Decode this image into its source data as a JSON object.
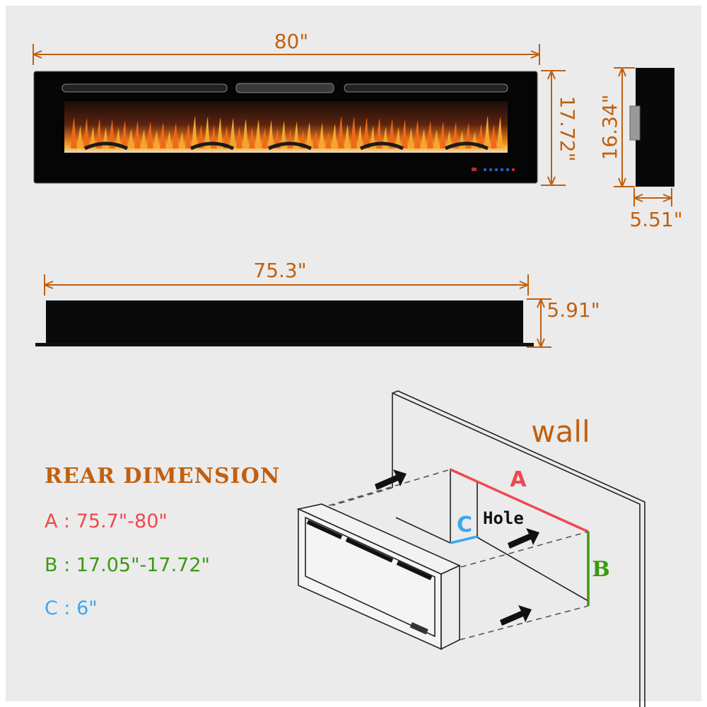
{
  "dimensions": {
    "front_width": "80\"",
    "front_height": "17.72\"",
    "side_height": "16.34\"",
    "side_depth": "5.51\"",
    "body_width": "75.3\"",
    "body_depth": "5.91\""
  },
  "rear": {
    "title": "REAR DIMENSION",
    "items": [
      {
        "label": "A : 75.7\"-80\"",
        "color": "#f0484f"
      },
      {
        "label": "B : 17.05\"-17.72\"",
        "color": "#3a9a10"
      },
      {
        "label": "C : 6\"",
        "color": "#3aa8f0"
      }
    ]
  },
  "install": {
    "wall_label": "wall",
    "hole_label": "Hole",
    "a": "A",
    "b": "B",
    "c": "C"
  },
  "colors": {
    "accent": "#c0600f",
    "background": "#ebebeb"
  }
}
